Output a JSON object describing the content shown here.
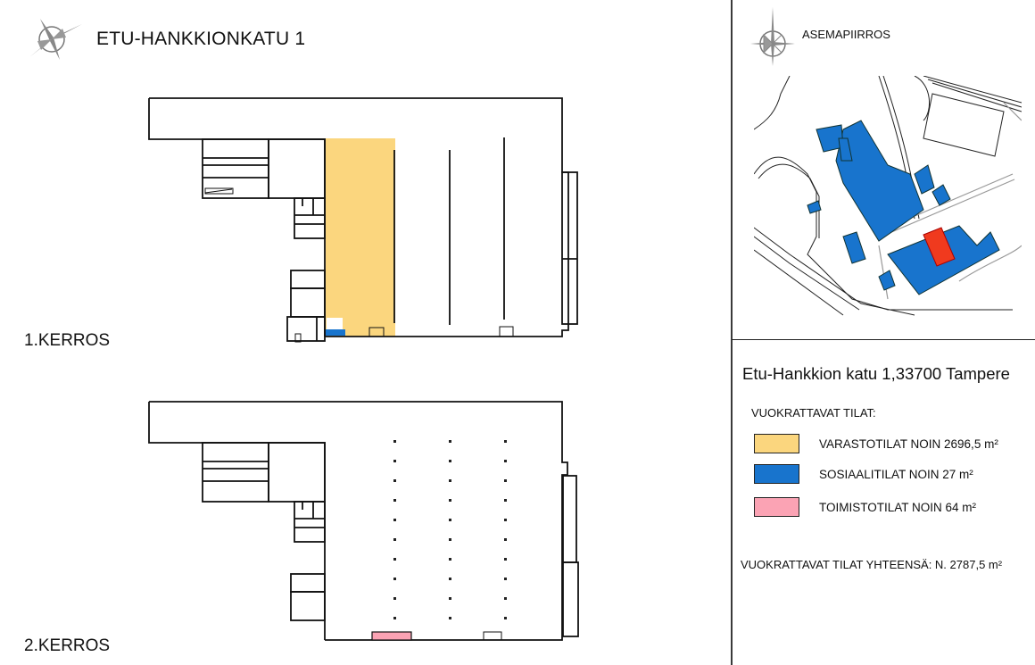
{
  "header": {
    "title": "ETU-HANKKIONKATU 1",
    "compass_icon": "compass-rose-icon"
  },
  "floors": [
    {
      "label": "1.KERROS",
      "highlights": [
        "varastotilat",
        "sosiaalitilat"
      ]
    },
    {
      "label": "2.KERROS",
      "highlights": [
        "toimistotilat"
      ]
    }
  ],
  "site_plan": {
    "title": "ASEMAPIIRROS",
    "compass_icon": "compass-rose-icon",
    "highlight_color": "#f03a1e",
    "building_color": "#1874cd"
  },
  "info": {
    "address": "Etu-Hankkion katu 1,33700 Tampere",
    "legend_title": "VUOKRATTAVAT TILAT:",
    "legend": [
      {
        "label": "VARASTOTILAT NOIN 2696,5 m²",
        "color": "#fbd67e"
      },
      {
        "label": "SOSIAALITILAT NOIN 27 m²",
        "color": "#1874cd"
      },
      {
        "label": "TOIMISTOTILAT NOIN 64 m²",
        "color": "#fba3b4"
      }
    ],
    "total": "VUOKRATTAVAT TILAT YHTEENSÄ: N. 2787,5 m²"
  }
}
